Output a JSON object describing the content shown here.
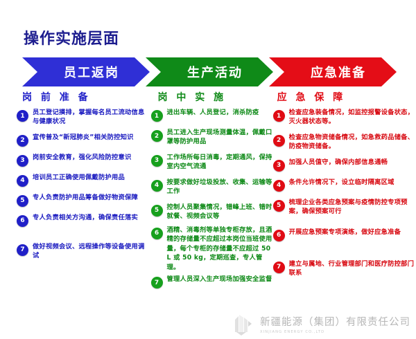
{
  "page_title": "操作实施层面",
  "colors": {
    "title": "#1d1d8f",
    "blue": "#2f2fd6",
    "green": "#0f8a18",
    "red": "#e40d17"
  },
  "banner": {
    "stages": [
      {
        "label": "员工返岗",
        "color": "#2f2fd6"
      },
      {
        "label": "生产活动",
        "color": "#0f8a18"
      },
      {
        "label": "应急准备",
        "color": "#e40d17"
      }
    ]
  },
  "columns": [
    {
      "heading": "岗 前 准 备",
      "color": "#2020c8",
      "items": [
        {
          "n": "1",
          "text": "员工登记摸排，掌握每名员工流动信息与健康状况"
        },
        {
          "n": "2",
          "text": "宣传普及“新冠肺炎”相关防控知识"
        },
        {
          "n": "3",
          "text": "岗前安全教育，强化风险防控意识"
        },
        {
          "n": "4",
          "text": "培训员工正确使用佩戴防护用品"
        },
        {
          "n": "5",
          "text": "专人负责防护用品筹备做好物资保障"
        },
        {
          "n": "6",
          "text": "专人负责相关方沟通，确保责任落实"
        },
        {
          "n": "7",
          "text": "做好视频会议、远程操作等设备使用调试"
        }
      ]
    },
    {
      "heading": "岗 中 实 施",
      "color": "#0f8a18",
      "items": [
        {
          "n": "1",
          "text": "进出车辆、人员登记，消杀防疫"
        },
        {
          "n": "2",
          "text": "员工进入生产现场测量体温，佩戴口罩等防护用品"
        },
        {
          "n": "3",
          "text": "工作场所每日消毒，定期通风，保持室内空气流通"
        },
        {
          "n": "4",
          "text": "按要求做好垃圾投放、收集、运输等工作"
        },
        {
          "n": "5",
          "text": "控制人员聚集情况，错峰上班、错时就餐、视频会议等"
        },
        {
          "n": "6",
          "text": "酒精、消毒剂等单独专柜存放，且酒精的存储量不应超过本岗位当班使用量，每个专柜的存储量不应超过 50 L 或 50 kg，定期巡查，专人管理。"
        },
        {
          "n": "7",
          "text": "管理人员深入生产现场加强安全监督"
        }
      ]
    },
    {
      "heading": "应 急 保 障",
      "color": "#e00b14",
      "items": [
        {
          "n": "1",
          "text": "检查应急装备情况，如监控报警设备状态，灭火器状态等。"
        },
        {
          "n": "2",
          "text": "检查应急物资储备情况，如急救药品储备、防疫物资储备。"
        },
        {
          "n": "3",
          "text": "加强人员值守，确保内部信息通畅"
        },
        {
          "n": "4",
          "text": "条件允许情况下，设立临时隔离区域"
        },
        {
          "n": "5",
          "text": "梳理企业各类应急预案与疫情防控专项预案，确保预案可行"
        },
        {
          "n": "6",
          "text": "开展应急预案专项演练，做好应急准备"
        },
        {
          "n": "7",
          "text": "建立与属地、行业管理部门和医疗防控部门联系"
        }
      ]
    }
  ],
  "footer": {
    "company_cn": "新疆能源（集团）有限责任公司",
    "company_en": "XINJIANG ENERGY CO.,LTD"
  }
}
